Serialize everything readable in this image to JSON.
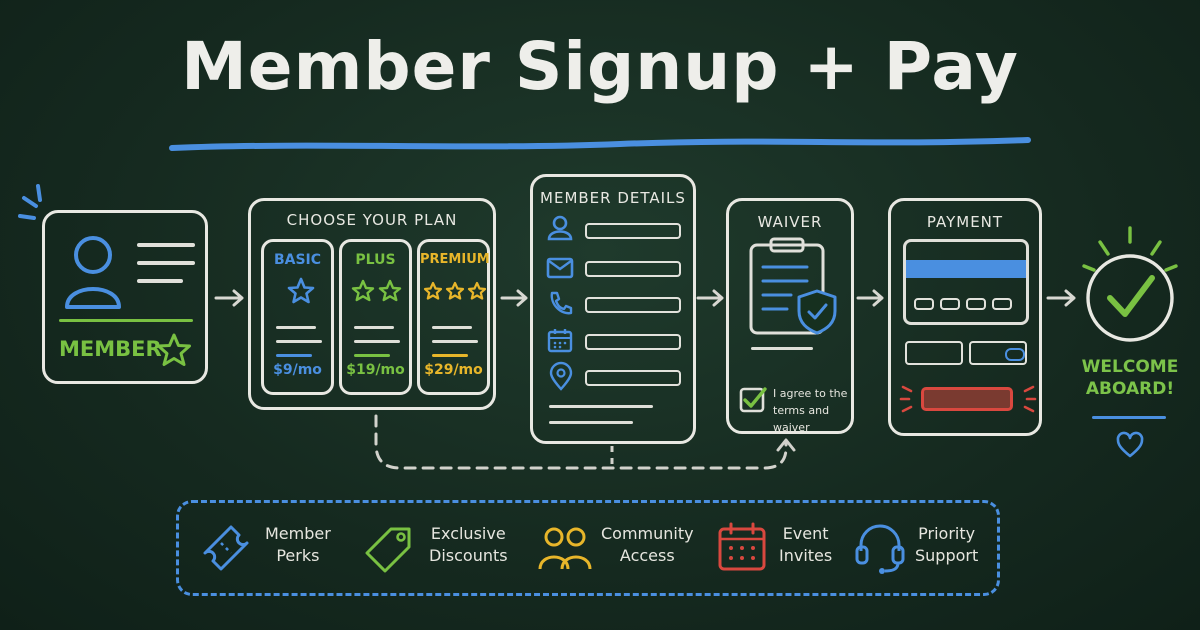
{
  "title": "Member Signup + Pay",
  "colors": {
    "blue": "#4a8fe0",
    "green": "#79c142",
    "yellow": "#e8b62a",
    "red": "#d9483f",
    "chalk": "#e8e8e2"
  },
  "steps": {
    "member": {
      "label": "MEMBER",
      "icons": [
        "user-icon",
        "star-icon"
      ]
    },
    "plan": {
      "title": "CHOOSE YOUR PLAN",
      "plans": [
        {
          "name": "BASIC",
          "price": "$9/mo",
          "stars": 1,
          "color": "#4a8fe0"
        },
        {
          "name": "PLUS",
          "price": "$19/mo",
          "stars": 2,
          "color": "#79c142"
        },
        {
          "name": "PREMIUM",
          "price": "$29/mo",
          "stars": 3,
          "color": "#e8b62a"
        }
      ]
    },
    "details": {
      "title": "MEMBER DETAILS",
      "field_icons": [
        "user-icon",
        "mail-icon",
        "phone-icon",
        "calendar-icon",
        "location-icon"
      ]
    },
    "waiver": {
      "title": "WAIVER",
      "checkbox_label": "I agree to the terms and waiver"
    },
    "payment": {
      "title": "PAYMENT"
    },
    "welcome": {
      "label_line1": "WELCOME",
      "label_line2": "ABOARD!"
    }
  },
  "perks": [
    {
      "line1": "Member",
      "line2": "Perks",
      "icon": "ticket-icon",
      "color": "#4a8fe0"
    },
    {
      "line1": "Exclusive",
      "line2": "Discounts",
      "icon": "tag-icon",
      "color": "#79c142"
    },
    {
      "line1": "Community",
      "line2": "Access",
      "icon": "people-icon",
      "color": "#e8b62a"
    },
    {
      "line1": "Event",
      "line2": "Invites",
      "icon": "calendar-icon",
      "color": "#d9483f"
    },
    {
      "line1": "Priority",
      "line2": "Support",
      "icon": "headset-icon",
      "color": "#4a8fe0"
    }
  ]
}
